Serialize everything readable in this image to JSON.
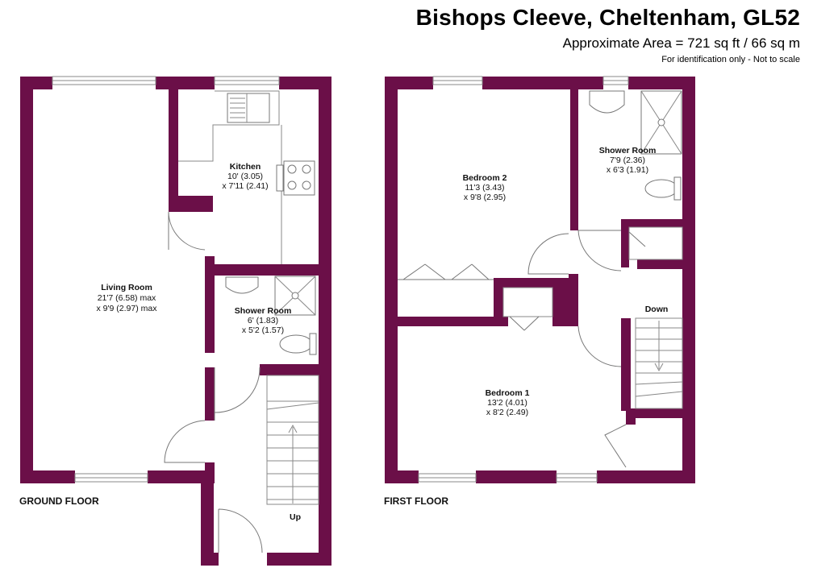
{
  "header": {
    "title": "Bishops Cleeve, Cheltenham, GL52",
    "area": "Approximate Area = 721 sq ft / 66 sq m",
    "disclaimer": "For identification only - Not to scale"
  },
  "colors": {
    "wall": "#6b0f48"
  },
  "ground_floor": {
    "label": "GROUND FLOOR",
    "rooms": {
      "living_room": {
        "name": "Living Room",
        "dim1": "21'7 (6.58) max",
        "dim2": "x 9'9 (2.97) max"
      },
      "kitchen": {
        "name": "Kitchen",
        "dim1": "10' (3.05)",
        "dim2": "x 7'11 (2.41)"
      },
      "shower_room": {
        "name": "Shower Room",
        "dim1": "6' (1.83)",
        "dim2": "x 5'2 (1.57)"
      }
    },
    "stairs_label": "Up"
  },
  "first_floor": {
    "label": "FIRST FLOOR",
    "rooms": {
      "bedroom_2": {
        "name": "Bedroom 2",
        "dim1": "11'3 (3.43)",
        "dim2": "x 9'8 (2.95)"
      },
      "shower_room": {
        "name": "Shower Room",
        "dim1": "7'9 (2.36)",
        "dim2": "x 6'3 (1.91)"
      },
      "bedroom_1": {
        "name": "Bedroom 1",
        "dim1": "13'2 (4.01)",
        "dim2": "x 8'2 (2.49)"
      }
    },
    "stairs_label": "Down"
  }
}
